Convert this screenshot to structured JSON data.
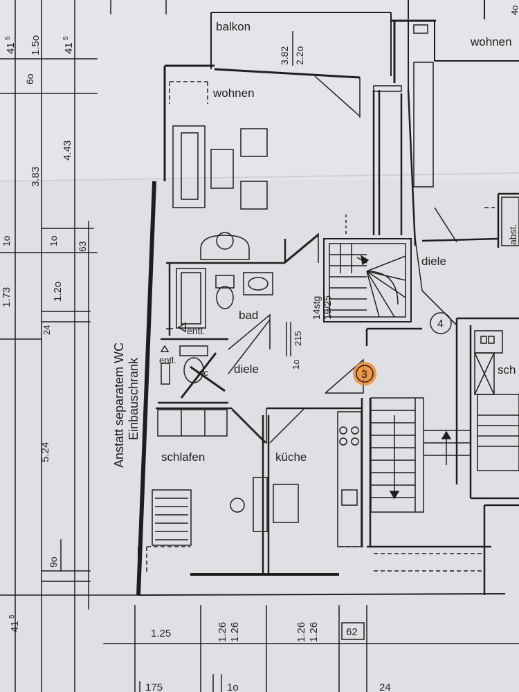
{
  "rooms": {
    "balkon": "balkon",
    "wohnen": "wohnen",
    "wohnen_right": "wohnen",
    "bad": "bad",
    "diele": "diele",
    "diele_right": "diele",
    "schlafen": "schlafen",
    "kueche": "küche",
    "abst": "abst.",
    "sch": "sch"
  },
  "annotations": {
    "entl_bath": "entl.",
    "entl_wc": "entl.",
    "wc": "wc",
    "stairs_steps": "14stg",
    "stairs_ratio": "19/25",
    "apartment_3": "3",
    "apartment_4": "4",
    "vertical_note_1": "Anstatt separatem WC",
    "vertical_note_2": "Einbauschrank"
  },
  "dimensions": {
    "left_top_1": "41",
    "left_top_1_sup": "5",
    "left_top_2": "1.5o",
    "left_top_3": "41",
    "left_top_3_sup": "5",
    "left_6o": "6o",
    "left_4_43": "4.43",
    "left_3_83": "3.83",
    "left_63": "63",
    "left_1o_a": "1o",
    "left_1o_b": "1o",
    "left_1_73": "1.73",
    "left_1_2o": "1.2o",
    "left_24": "24",
    "left_5_24": "5.24",
    "left_9o": "9o",
    "left_bottom_41": "41",
    "left_bottom_41_sup": "5",
    "balkon_382": "3.82",
    "balkon_220": "2.2o",
    "diele_215": "215",
    "diele_1o": "1o",
    "bottom_1_25": "1.25",
    "bottom_1_26_a": "1.26",
    "bottom_1_26_b": "1.26",
    "bottom_1_26_c": "1.26",
    "bottom_1_26_d": "1.26",
    "bottom_62": "62",
    "bottom_175": "175",
    "bottom_1o": "1o",
    "bottom_24": "24",
    "top_right_4o": "4o"
  },
  "colors": {
    "paper": "#dfe0e3",
    "ink": "#1e1e1e",
    "highlight": "#f28a2e"
  }
}
